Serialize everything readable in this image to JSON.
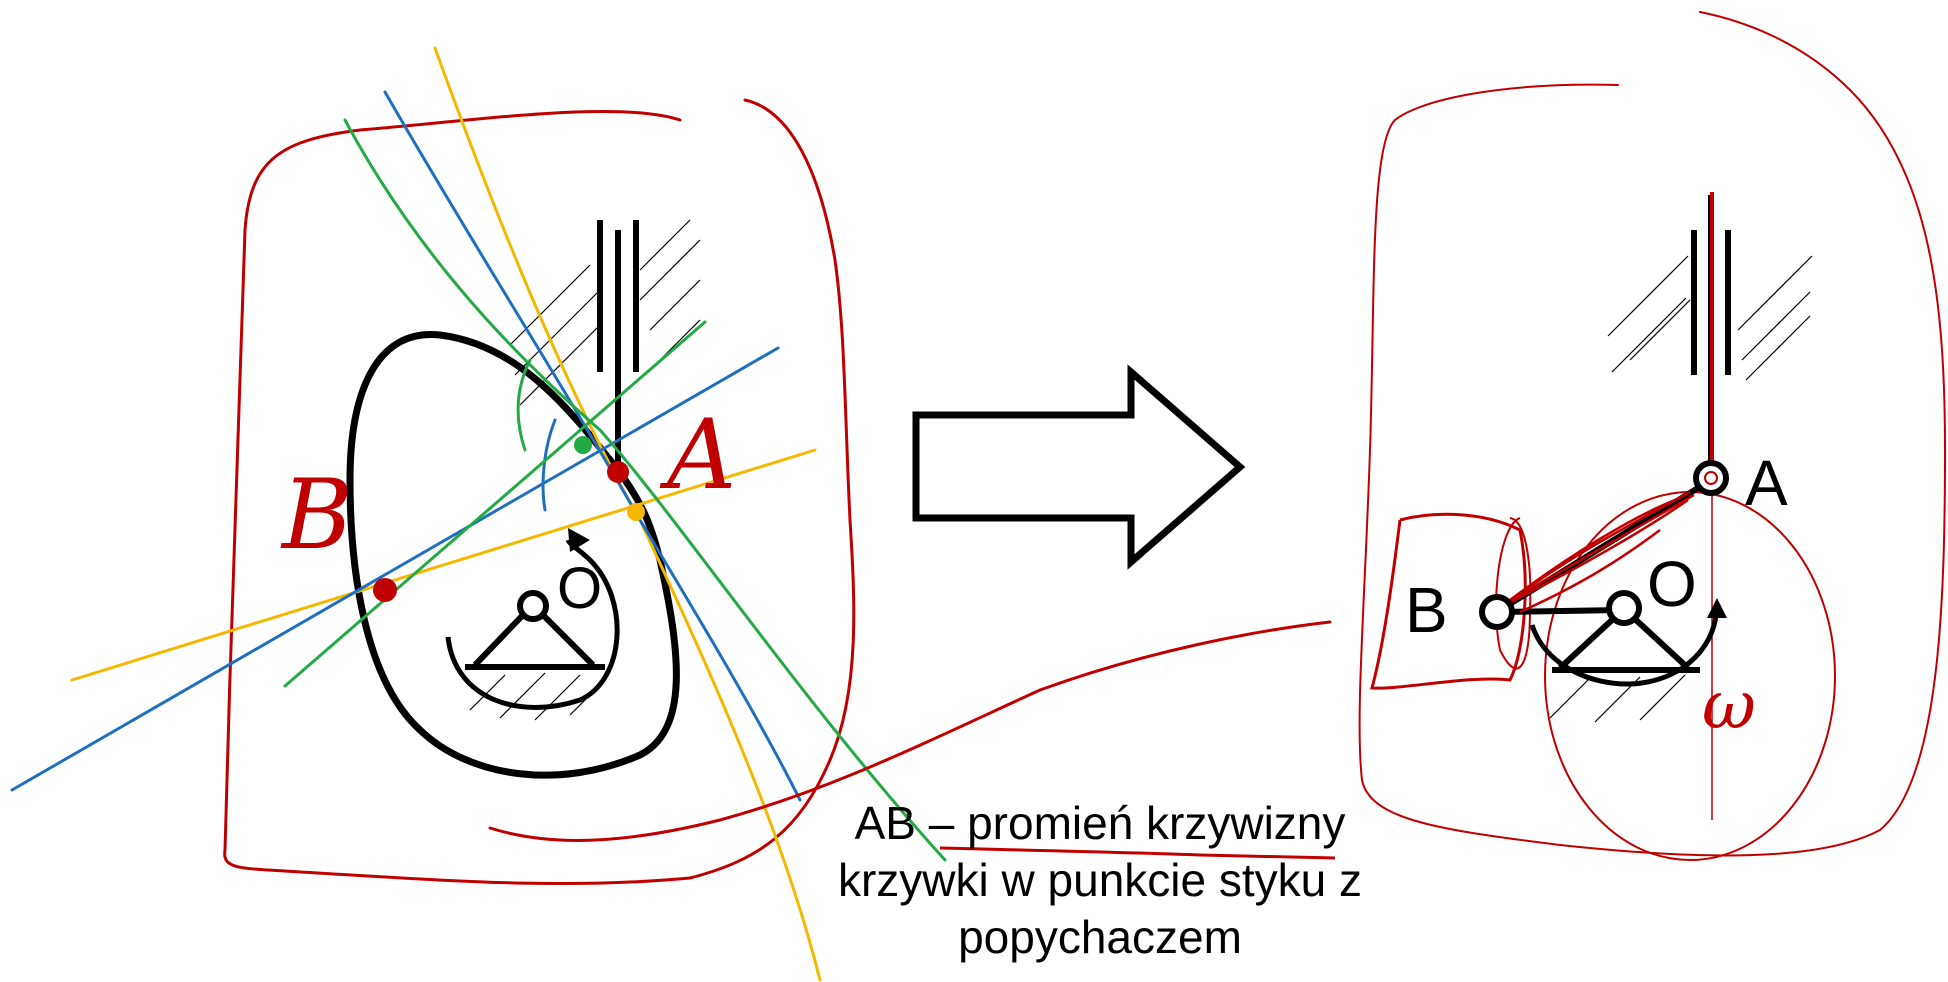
{
  "left_diagram": {
    "label_B": "B",
    "label_A": "A",
    "label_O": "O"
  },
  "right_diagram": {
    "label_A": "A",
    "label_B": "B",
    "label_O": "O",
    "label_omega": "ω"
  },
  "caption": {
    "line1": "AB – promień krzywizny",
    "line2": "krzywki w punkcie styku z",
    "line3": "popychaczem"
  },
  "colors": {
    "annotation_red": "#c00000",
    "line_blue": "#1f6fc0",
    "line_green": "#22aa44",
    "line_yellow": "#f5b800",
    "ink": "#000000"
  }
}
